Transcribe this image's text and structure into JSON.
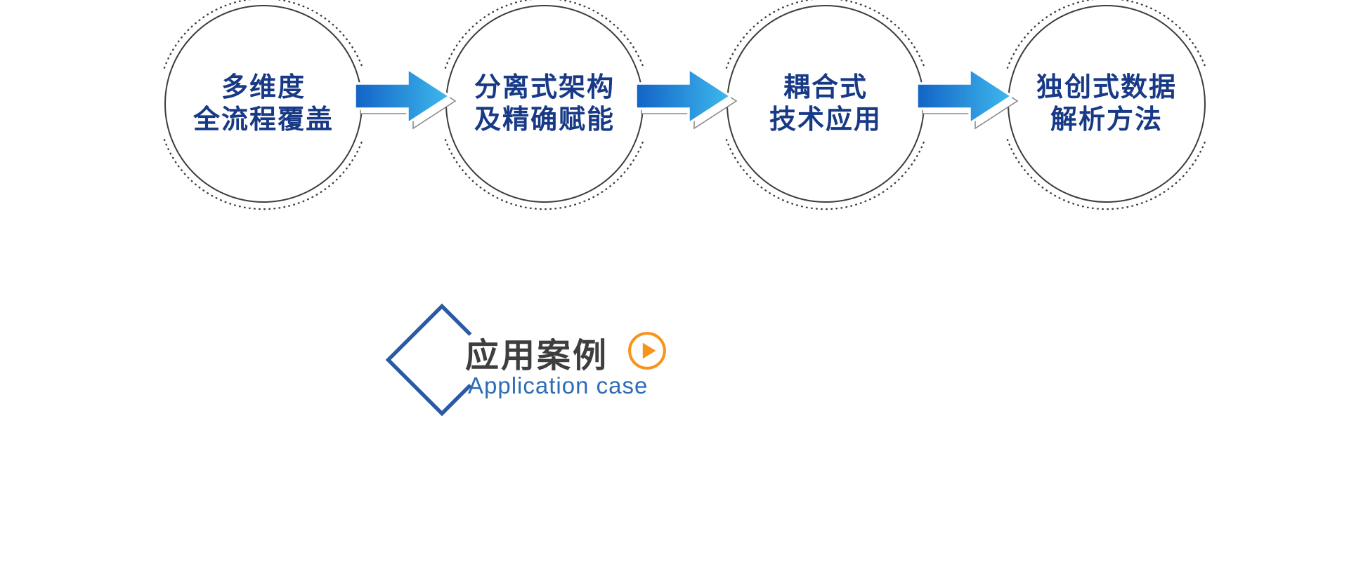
{
  "process": {
    "steps": [
      {
        "line1": "多维度",
        "line2": "全流程覆盖"
      },
      {
        "line1": "分离式架构",
        "line2": "及精确赋能"
      },
      {
        "line1": "耦合式",
        "line2": "技术应用"
      },
      {
        "line1": "独创式数据",
        "line2": "解析方法"
      }
    ]
  },
  "section_header": {
    "title": "应用案例",
    "subtitle": "Application case"
  },
  "icons": {
    "connector": "flow-arrow-right",
    "play": "play-circle"
  },
  "colors": {
    "background": "#ffffff",
    "step_text": "#183a86",
    "circle_outline": "#3d3d3d",
    "arrow_gradient_start": "#1263c5",
    "arrow_gradient_end": "#3fb9ee",
    "diamond_accent": "#2a5aa5",
    "title_text": "#3e3e3e",
    "subtitle_text": "#2e6cb5",
    "play_icon": "#f7941d"
  }
}
